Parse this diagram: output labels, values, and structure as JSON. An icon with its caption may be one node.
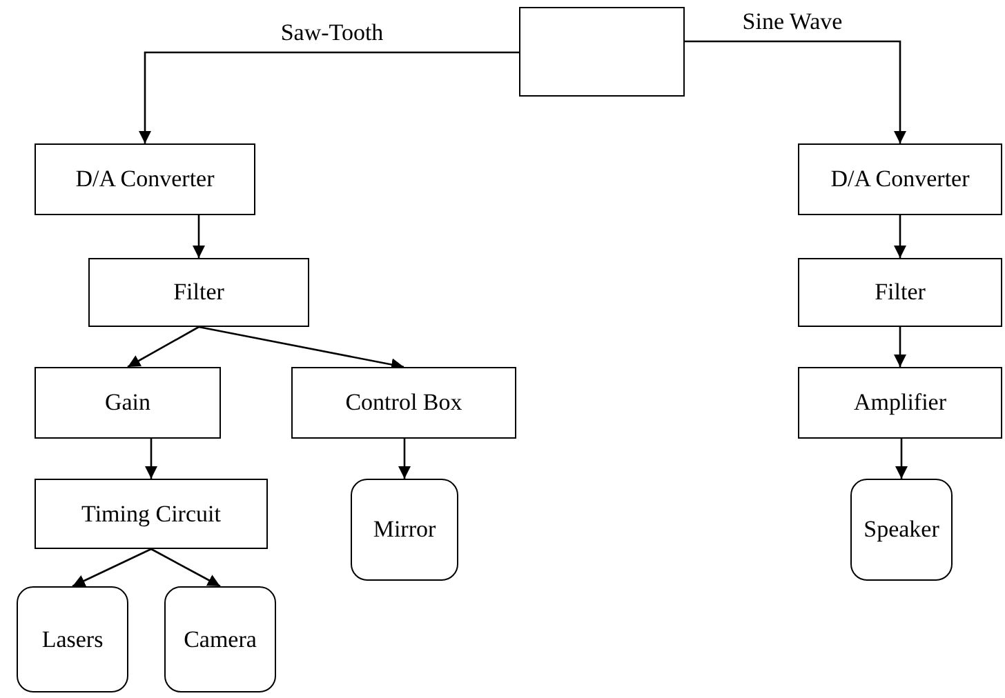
{
  "diagram": {
    "nodes": [
      {
        "text": [],
        "shape": "box"
      },
      {
        "text": [
          "D/A Converter"
        ]
      },
      {
        "text": [
          "Filter"
        ]
      },
      {
        "text": [
          "Gain"
        ]
      },
      {
        "text": [
          "Control Box"
        ]
      },
      {
        "text": [
          "Timing Circuit"
        ]
      },
      {
        "text": [
          "Mirror"
        ]
      },
      {
        "text": [
          "Lasers"
        ]
      },
      {
        "text": [
          "Camera"
        ]
      },
      {
        "text": [
          "D/A Converter"
        ]
      },
      {
        "text": [
          "Filter"
        ]
      },
      {
        "text": [
          "Amplifier"
        ]
      },
      {
        "text": [
          "Speaker"
        ]
      }
    ],
    "edges": [
      {
        "from": 0,
        "to": 1,
        "arrow": "to",
        "label": "Saw-Tooth"
      },
      {
        "from": 0,
        "to": 9,
        "arrow": "to",
        "label": "Sine Wave"
      },
      {
        "from": 1,
        "to": 2,
        "arrow": "to"
      },
      {
        "from": 2,
        "to": 3,
        "arrow": "to"
      },
      {
        "from": 2,
        "to": 4,
        "arrow": "to"
      },
      {
        "from": 3,
        "to": 5,
        "arrow": "to"
      },
      {
        "from": 4,
        "to": 6,
        "arrow": "to"
      },
      {
        "from": 5,
        "to": 7,
        "arrow": "to"
      },
      {
        "from": 5,
        "to": 8,
        "arrow": "to"
      },
      {
        "from": 9,
        "to": 10,
        "arrow": "to"
      },
      {
        "from": 10,
        "to": 11,
        "arrow": "to"
      },
      {
        "from": 11,
        "to": 12,
        "arrow": "to"
      }
    ]
  }
}
